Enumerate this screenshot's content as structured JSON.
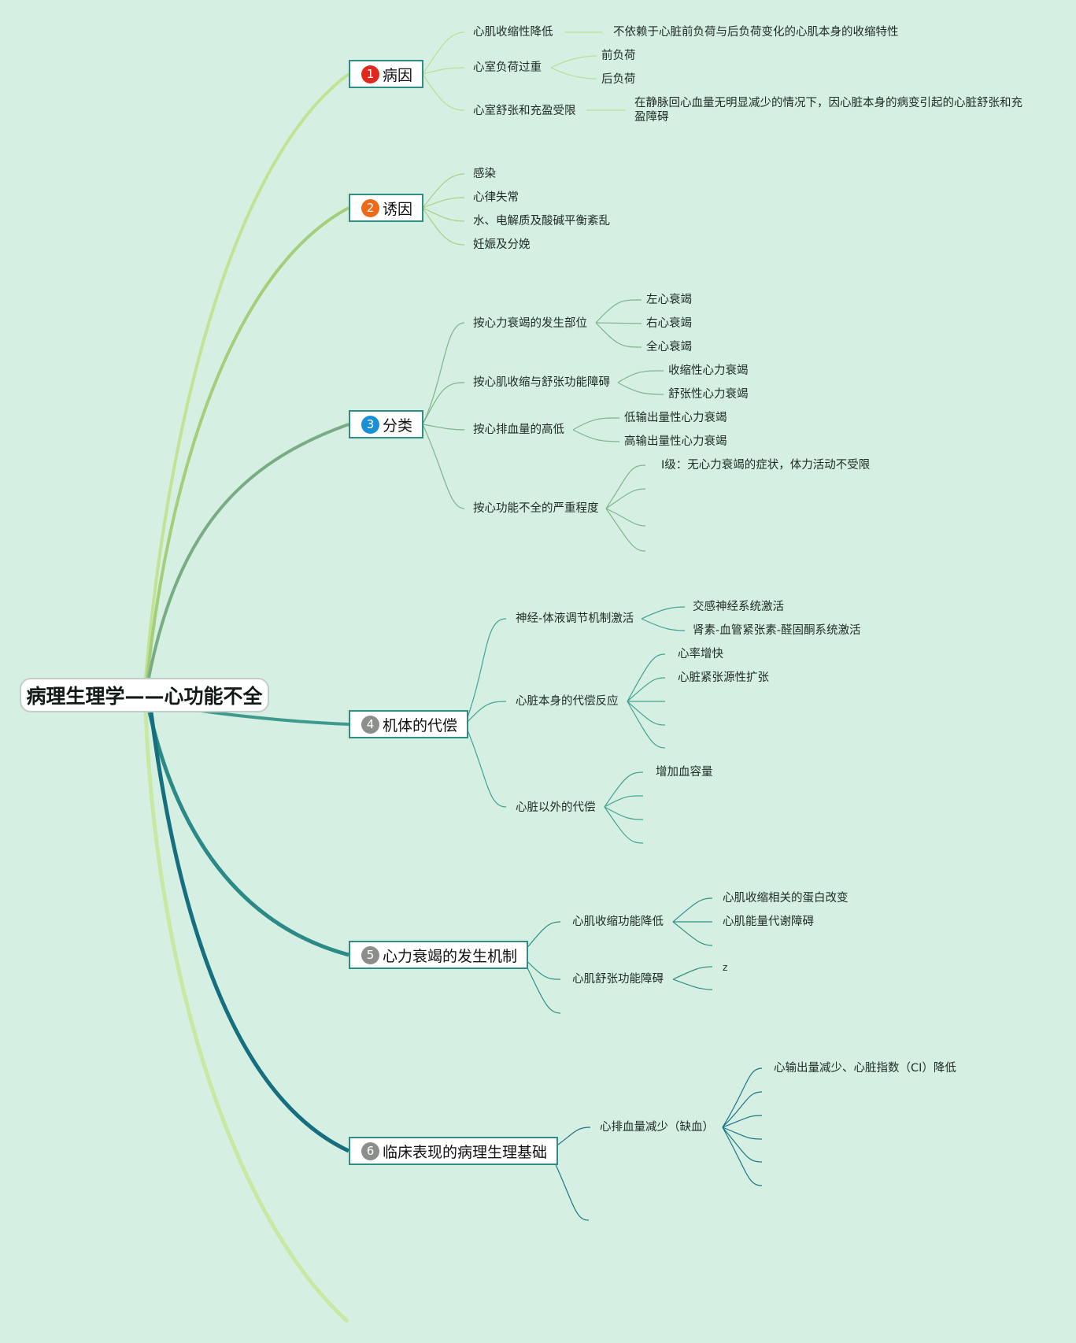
{
  "root": "病理生理学——心功能不全",
  "topics": [
    {
      "num": "1",
      "label": "病因",
      "badge_color": "#e0281c",
      "children": [
        {
          "label": "心肌收缩性降低",
          "children": [
            "不依赖于心脏前负荷与后负荷变化的心肌本身的收缩特性"
          ]
        },
        {
          "label": "心室负荷过重",
          "children": [
            "前负荷",
            "后负荷"
          ]
        },
        {
          "label": "心室舒张和充盈受限",
          "children": [
            "在静脉回心血量无明显减少的情况下，因心脏本身的病变引起的心脏舒张和充盈障碍"
          ]
        }
      ]
    },
    {
      "num": "2",
      "label": "诱因",
      "badge_color": "#ec6a1a",
      "children": [
        {
          "label": "感染"
        },
        {
          "label": "心律失常"
        },
        {
          "label": "水、电解质及酸碱平衡紊乱"
        },
        {
          "label": "妊娠及分娩"
        }
      ]
    },
    {
      "num": "3",
      "label": "分类",
      "badge_color": "#1a8fd6",
      "children": [
        {
          "label": "按心力衰竭的发生部位",
          "children": [
            "左心衰竭",
            "右心衰竭",
            "全心衰竭"
          ]
        },
        {
          "label": "按心肌收缩与舒张功能障碍",
          "children": [
            "收缩性心力衰竭",
            "舒张性心力衰竭"
          ]
        },
        {
          "label": "按心排血量的高低",
          "children": [
            "低输出量性心力衰竭",
            "高输出量性心力衰竭"
          ]
        },
        {
          "label": "按心功能不全的严重程度",
          "children": [
            "Ⅰ级：无心力衰竭的症状，体力活动不受限"
          ]
        }
      ]
    },
    {
      "num": "4",
      "label": "机体的代偿",
      "badge_color": "#8a8f8c",
      "children": [
        {
          "label": "神经-体液调节机制激活",
          "children": [
            "交感神经系统激活",
            "肾素-血管紧张素-醛固酮系统激活"
          ]
        },
        {
          "label": "心脏本身的代偿反应",
          "children": [
            "心率增快",
            "心脏紧张源性扩张"
          ]
        },
        {
          "label": "心脏以外的代偿",
          "children": [
            "增加血容量"
          ]
        }
      ]
    },
    {
      "num": "5",
      "label": "心力衰竭的发生机制",
      "badge_color": "#8a8f8c",
      "children": [
        {
          "label": "心肌收缩功能降低",
          "children": [
            "心肌收缩相关的蛋白改变",
            "心肌能量代谢障碍"
          ]
        },
        {
          "label": "心肌舒张功能障碍",
          "children": [
            "z"
          ]
        }
      ]
    },
    {
      "num": "6",
      "label": "临床表现的病理生理基础",
      "badge_color": "#8a8f8c",
      "children": [
        {
          "label": "心排血量减少（缺血）",
          "children": [
            "心输出量减少、心脏指数（CI）降低"
          ]
        }
      ]
    }
  ],
  "colors": {
    "background": "#d5f0e2",
    "branch_1": "#c2e396",
    "branch_2": "#a3cf7b",
    "branch_3": "#79ac85",
    "branch_4": "#3f9a8e",
    "branch_5": "#2c8a86",
    "branch_6": "#166f7e",
    "extra_branch": "#c8e9a3"
  }
}
